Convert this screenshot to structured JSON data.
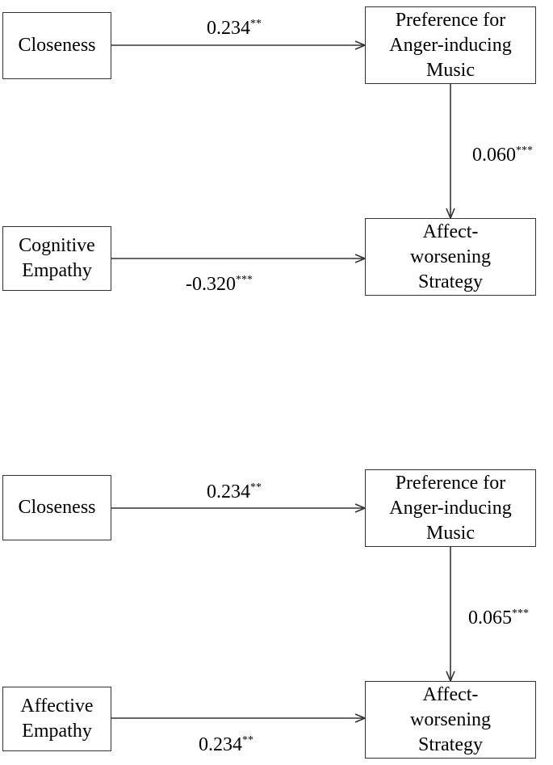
{
  "panels": [
    {
      "predictor": "Closeness",
      "mediator": [
        "Preference for",
        "Anger-inducing",
        "Music"
      ],
      "moderator": [
        "Cognitive",
        "Empathy"
      ],
      "outcome": [
        "Affect-",
        "worsening",
        "Strategy"
      ],
      "path_predictor_mediator": {
        "value": "0.234",
        "stars": "**"
      },
      "path_mediator_outcome": {
        "value": "0.060",
        "stars": "***"
      },
      "path_moderator_outcome": {
        "value": "-0.320",
        "stars": "***"
      }
    },
    {
      "predictor": "Closeness",
      "mediator": [
        "Preference for",
        "Anger-inducing",
        "Music"
      ],
      "moderator": [
        "Affective",
        "Empathy"
      ],
      "outcome": [
        "Affect-",
        "worsening",
        "Strategy"
      ],
      "path_predictor_mediator": {
        "value": "0.234",
        "stars": "**"
      },
      "path_mediator_outcome": {
        "value": "0.065",
        "stars": "***"
      },
      "path_moderator_outcome": {
        "value": "0.234",
        "stars": "**"
      }
    }
  ]
}
